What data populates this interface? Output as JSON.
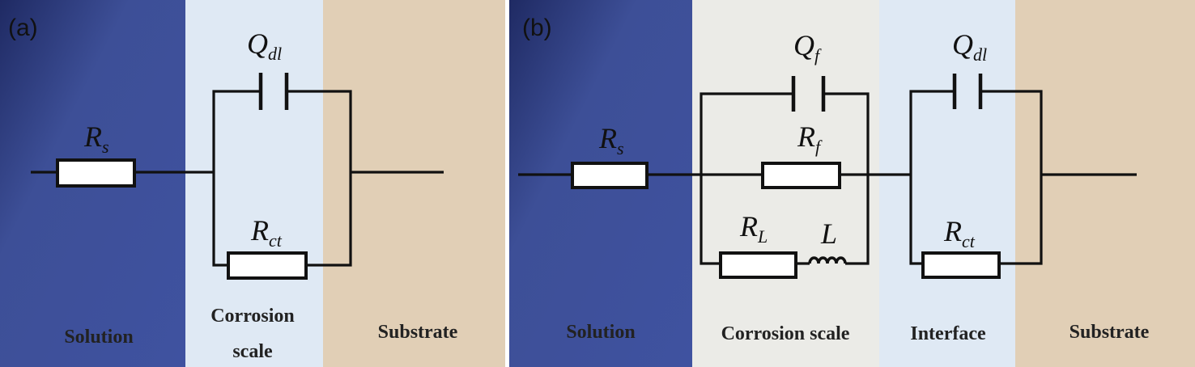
{
  "colors": {
    "solution": "#3d4f97",
    "solution_dark": "#2a3573",
    "corrosion_scale_a": "#dfe9f4",
    "corrosion_scale_b": "#ebebe7",
    "interface": "#dfe9f4",
    "substrate": "#e1cfb6",
    "wire": "#111111"
  },
  "panel_a": {
    "label": "(a)",
    "regions": {
      "solution": "Solution",
      "corrosion_scale_line1": "Corrosion",
      "corrosion_scale_line2": "scale",
      "substrate": "Substrate"
    },
    "components": {
      "rs": {
        "main": "R",
        "sub": "s"
      },
      "qdl": {
        "main": "Q",
        "sub": "dl"
      },
      "rct": {
        "main": "R",
        "sub": "ct"
      }
    }
  },
  "panel_b": {
    "label": "(b)",
    "regions": {
      "solution": "Solution",
      "corrosion_scale": "Corrosion scale",
      "interface": "Interface",
      "substrate": "Substrate"
    },
    "components": {
      "rs": {
        "main": "R",
        "sub": "s"
      },
      "qf": {
        "main": "Q",
        "sub": "f"
      },
      "rf": {
        "main": "R",
        "sub": "f"
      },
      "rl": {
        "main": "R",
        "sub": "L"
      },
      "l": {
        "main": "L"
      },
      "qdl": {
        "main": "Q",
        "sub": "dl"
      },
      "rct": {
        "main": "R",
        "sub": "ct"
      }
    }
  }
}
